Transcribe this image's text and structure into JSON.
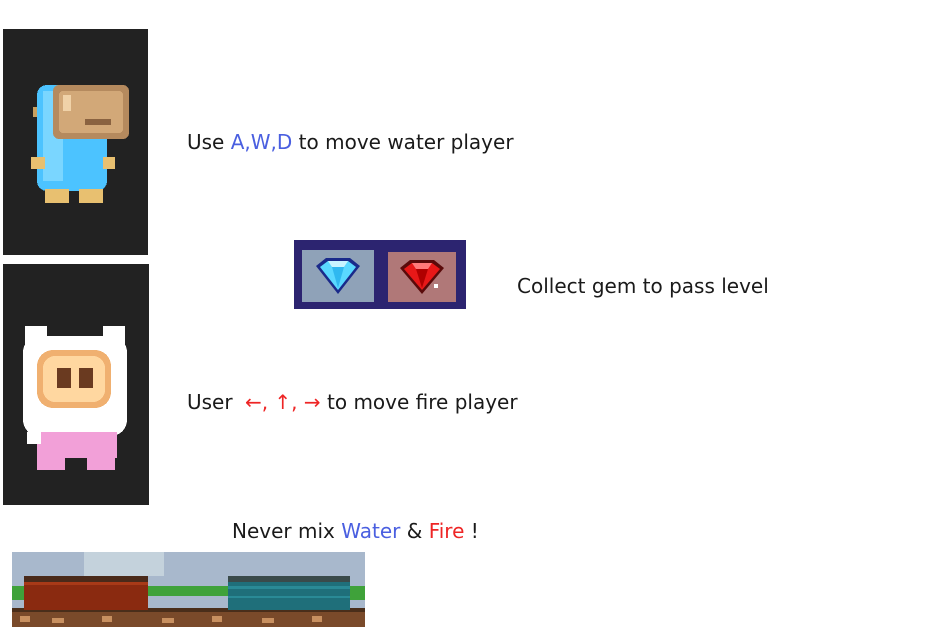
{
  "colors": {
    "text": "#1a1a1a",
    "water": "#4a5fe0",
    "fire": "#ee2525",
    "panel": "#222222",
    "gem_frame": "#2c2470"
  },
  "water_instruction": {
    "prefix": "Use",
    "keys": "A,W,D",
    "suffix": "to move water player"
  },
  "fire_instruction": {
    "prefix": "User",
    "keys": "←, ↑, →",
    "suffix": "to move fire player"
  },
  "gem_instruction": "Collect gem to pass level",
  "warning": {
    "prefix": "Never mix",
    "water": "Water",
    "amp": "&",
    "fire": "Fire",
    "bang": "!"
  },
  "icons": [
    "water-player-icon",
    "fire-player-icon",
    "blue-gem-icon",
    "red-gem-icon",
    "lava-pool-icon",
    "water-pool-icon"
  ]
}
